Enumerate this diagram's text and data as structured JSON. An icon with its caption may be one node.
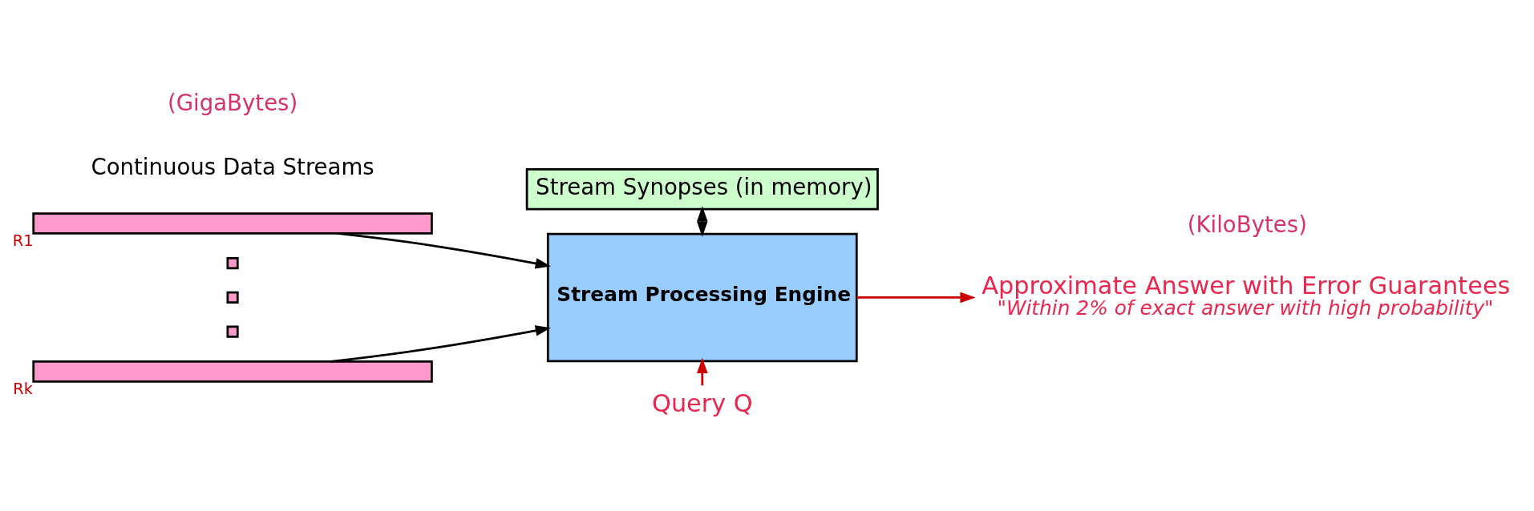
{
  "diagram": {
    "nodes": [
      {
        "text": [
          "Stream Synopses (in memory)"
        ]
      },
      {
        "text": [],
        "shape": "bar",
        "beside": [
          "R1"
        ]
      },
      {
        "text": [],
        "shape": "box"
      },
      {
        "text": [],
        "shape": "box"
      },
      {
        "text": [],
        "shape": "box"
      },
      {
        "text": [],
        "shape": "bar",
        "beside": [
          "Rk"
        ]
      },
      {
        "text": [
          "Stream Processing Engine"
        ]
      },
      {
        "text": [
          "Approximate Answer with Error Guarantees",
          "\"Within 2% of exact answer with high probability\""
        ]
      },
      {
        "text": [
          "Query Q"
        ]
      }
    ],
    "edges": [
      {
        "from": 1,
        "to": 6,
        "arrow": "to"
      },
      {
        "from": 5,
        "to": 6,
        "arrow": "to"
      },
      {
        "from": 0,
        "to": 6,
        "arrow": "both"
      },
      {
        "from": 6,
        "to": 7,
        "arrow": "to",
        "color": "#cc0000"
      },
      {
        "from": 8,
        "to": 6,
        "arrow": "to",
        "color": "#cc0000"
      }
    ],
    "labels": [
      "(GigaBytes)",
      "Continuous Data Streams",
      "(KiloBytes)"
    ]
  }
}
